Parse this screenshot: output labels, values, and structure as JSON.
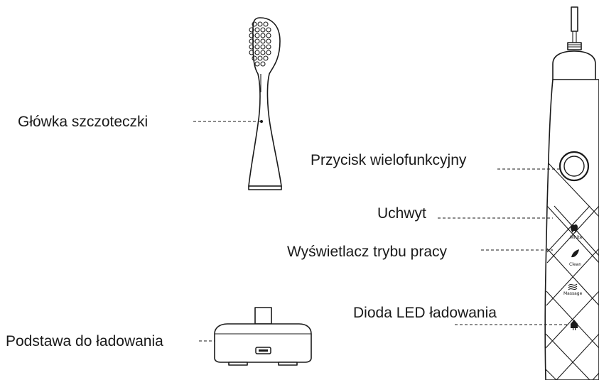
{
  "labels": {
    "brush_head": "Główka szczoteczki",
    "multi_button": "Przycisk wielofunkcyjny",
    "handle": "Uchwyt",
    "mode_display": "Wyświetlacz trybu pracy",
    "charging_led": "Dioda LED ładowania",
    "charging_base": "Podstawa do ładowania"
  },
  "mode_icons": {
    "white": "White",
    "clean": "Clean",
    "massage": "Massage"
  }
}
